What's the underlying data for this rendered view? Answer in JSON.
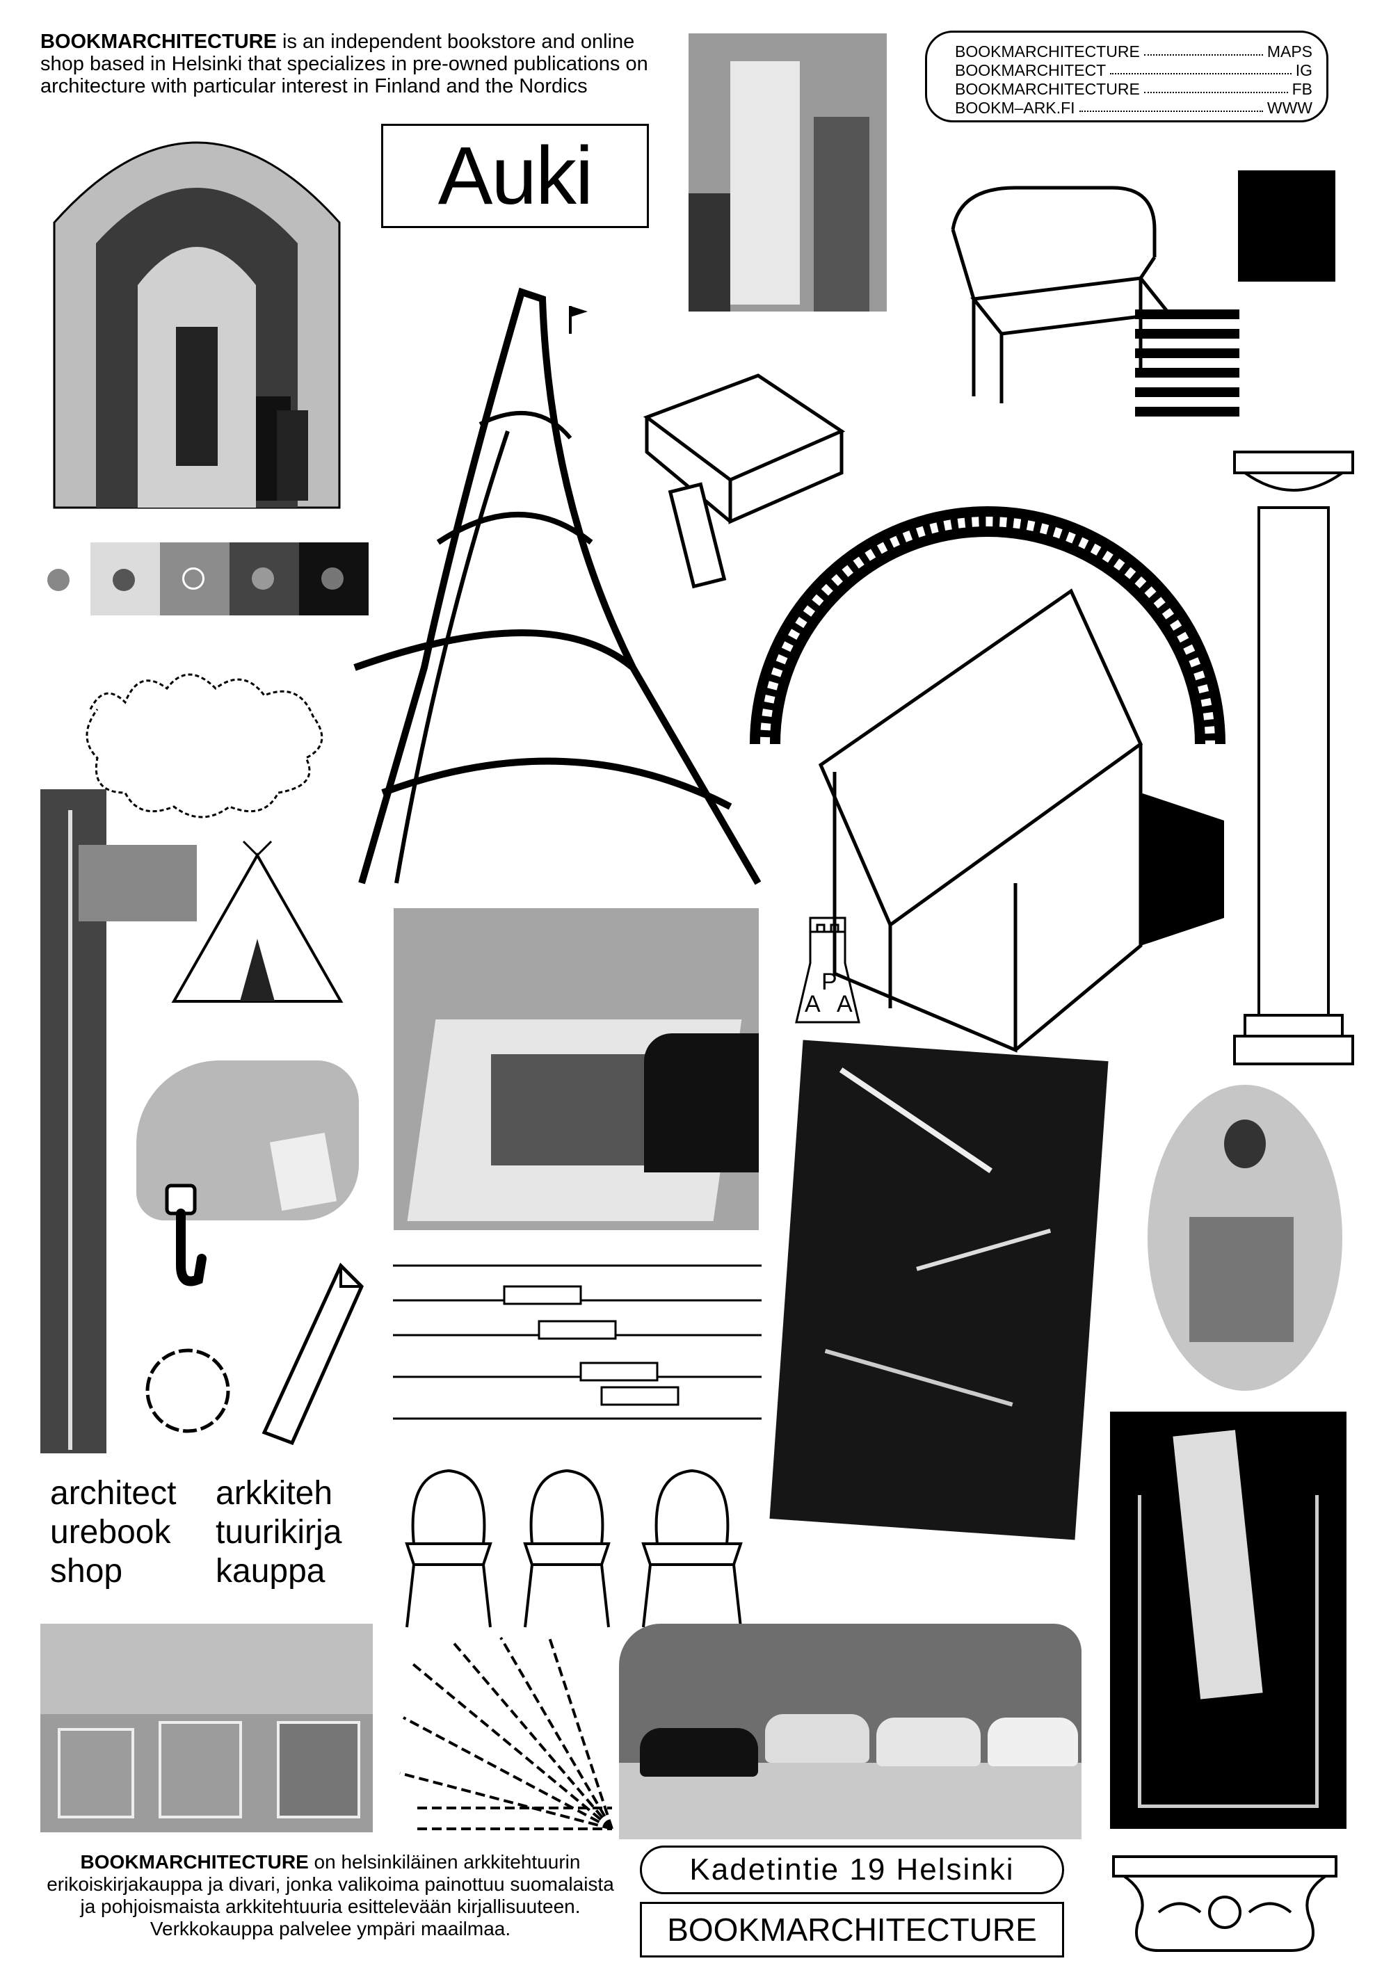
{
  "intro": {
    "brand": "BOOKMARCHITECTURE",
    "text": " is an independent bookstore and online shop based in Helsinki that specializes in pre-owned publications on architecture with particular interest in Finland and the Nordics"
  },
  "links": [
    {
      "name": "BOOKMARCHITECTURE",
      "target": "MAPS"
    },
    {
      "name": "BOOKMARCHITECT",
      "target": "IG"
    },
    {
      "name": "BOOKMARCHITECTURE",
      "target": "FB"
    },
    {
      "name": "BOOKM–ARK.FI",
      "target": "WWW"
    }
  ],
  "headline": "Auki",
  "logo_letters": {
    "a1": "A",
    "p": "P",
    "a2": "A"
  },
  "tagline_en": [
    "architect",
    "urebook",
    "shop"
  ],
  "tagline_fi": [
    "arkkiteh",
    "tuurikirja",
    "kauppa"
  ],
  "outro": {
    "brand": "BOOKMARCHITECTURE",
    "text": " on helsinkiläinen arkkitehtuurin erikoiskirjakauppa ja divari, jonka valikoima painottuu suomalaista ja pohjoismaista arkkitehtuuria esittelevään kirjallisuuteen. Verkkokauppa palvelee ympäri maailmaa."
  },
  "address": "Kadetintie 19  Helsinki",
  "brand_box": "BOOKMARCHITECTURE",
  "colors": {
    "ink": "#000000",
    "paper": "#ffffff",
    "swatches": [
      "#ffffff",
      "#dcdcdc",
      "#8c8c8c",
      "#444444",
      "#111111"
    ]
  }
}
